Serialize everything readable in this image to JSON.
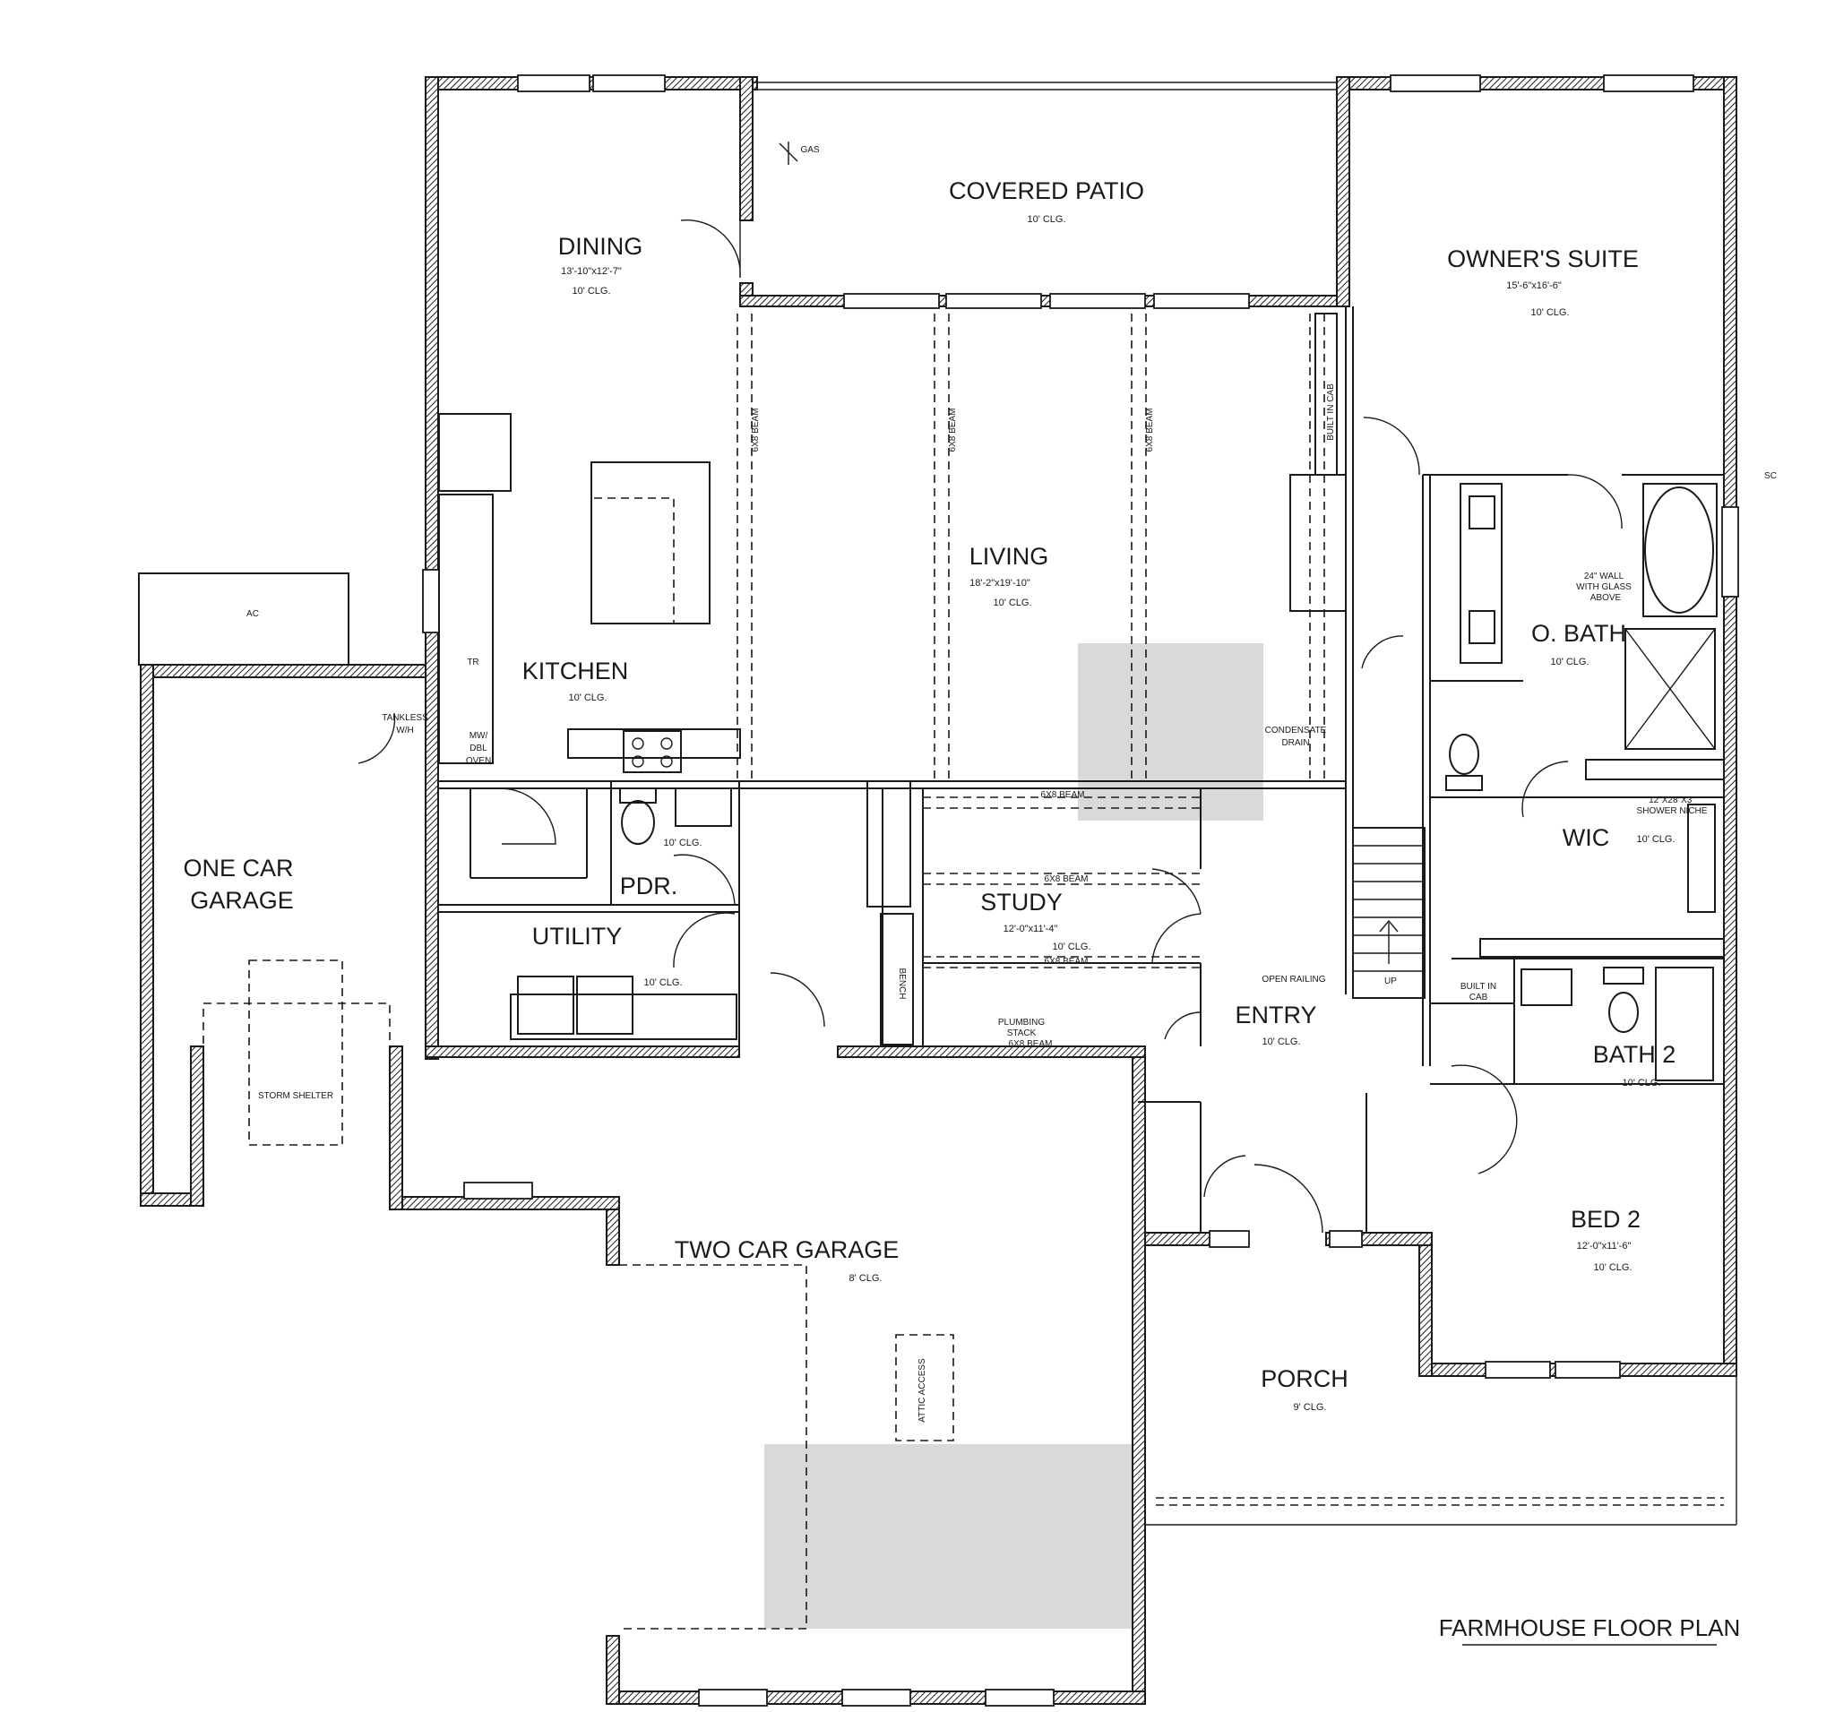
{
  "plan_title": "FARMHOUSE FLOOR PLAN",
  "rooms": {
    "covered_patio": {
      "name": "COVERED PATIO",
      "clg": "10' CLG."
    },
    "dining": {
      "name": "DINING",
      "dims": "13'-10\"x12'-7\"",
      "clg": "10' CLG."
    },
    "owners_suite": {
      "name": "OWNER'S SUITE",
      "dims": "15'-6\"x16'-6\"",
      "clg": "10' CLG."
    },
    "living": {
      "name": "LIVING",
      "dims": "18'-2\"x19'-10\"",
      "clg": "10' CLG."
    },
    "kitchen": {
      "name": "KITCHEN",
      "clg": "10' CLG."
    },
    "o_bath": {
      "name": "O. BATH",
      "clg": "10' CLG."
    },
    "wic": {
      "name": "WIC",
      "clg": "10' CLG."
    },
    "pdr": {
      "name": "PDR.",
      "clg": "10' CLG."
    },
    "utility": {
      "name": "UTILITY",
      "clg": "10' CLG."
    },
    "study": {
      "name": "STUDY",
      "dims": "12'-0\"x11'-4\"",
      "clg": "10' CLG."
    },
    "entry": {
      "name": "ENTRY",
      "clg": "10' CLG."
    },
    "bath_2": {
      "name": "BATH 2",
      "clg": "10' CLG."
    },
    "bed_2": {
      "name": "BED 2",
      "dims": "12'-0\"x11'-6\"",
      "clg": "10' CLG."
    },
    "one_car_garage": {
      "name_line1": "ONE CAR",
      "name_line2": "GARAGE"
    },
    "two_car_garage": {
      "name": "TWO CAR GARAGE",
      "clg": "8' CLG."
    },
    "porch": {
      "name": "PORCH",
      "clg": "9' CLG."
    }
  },
  "notes": {
    "gas": "GAS",
    "sc": "SC",
    "beam": "6X8 BEAM",
    "built_in_cab": "BUILT IN CAB",
    "tankless_line1": "TANKLESS",
    "tankless_line2": "W/H",
    "micro_line1": "MW/",
    "micro_line2": "DBL",
    "micro_line3": "OVEN",
    "tr": "TR",
    "glass_wall_line1": "24\" WALL",
    "glass_wall_line2": "WITH GLASS",
    "glass_wall_line3": "ABOVE",
    "shower_niche_line1": "12\"X28\"X3\"",
    "shower_niche_line2": "SHOWER NICHE",
    "condensate_line1": "CONDENSATE",
    "condensate_line2": "DRAIN",
    "open_railing": "OPEN RAILING",
    "up": "UP",
    "built_in_cab_line1": "BUILT IN",
    "built_in_cab_line2": "CAB",
    "storm_shelter": "STORM SHELTER",
    "attic_access": "ATTIC ACCESS",
    "bench": "BENCH",
    "plumbing_line1": "PLUMBING",
    "plumbing_line2": "STACK",
    "plumbing_line3": "6X8 BEAM",
    "ac": "AC"
  }
}
